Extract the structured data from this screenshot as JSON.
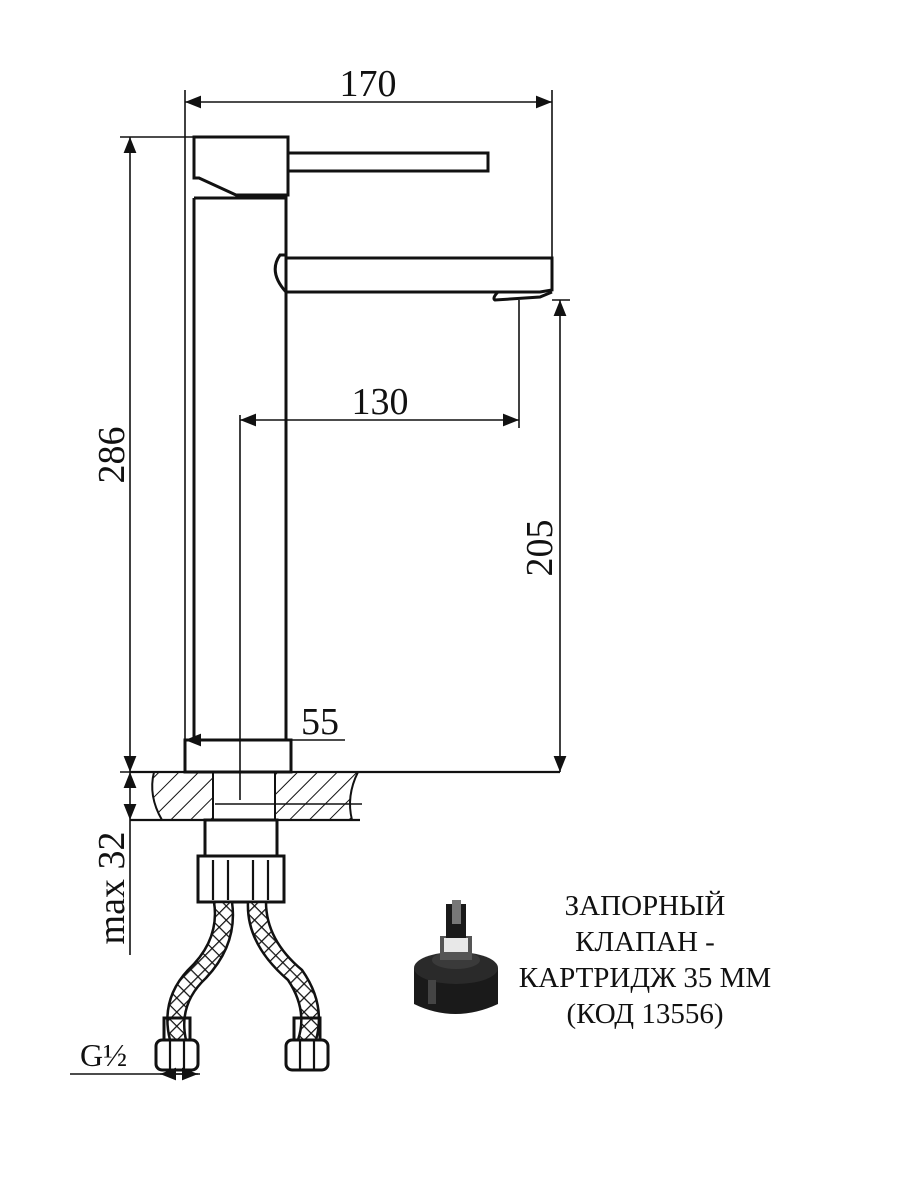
{
  "dimensions": {
    "width_total": "170",
    "spout_reach": "130",
    "height_total": "286",
    "spout_height": "205",
    "body_diameter": "55",
    "mount_thickness": "max 32",
    "connection_thread": "G½"
  },
  "cartridge_note": {
    "line1": "ЗАПОРНЫЙ",
    "line2": "КЛАПАН -",
    "line3": "КАРТРИДЖ 35 ММ",
    "line4": "(КОД 13556)"
  },
  "colors": {
    "ink": "#111111",
    "paper": "#ffffff"
  }
}
